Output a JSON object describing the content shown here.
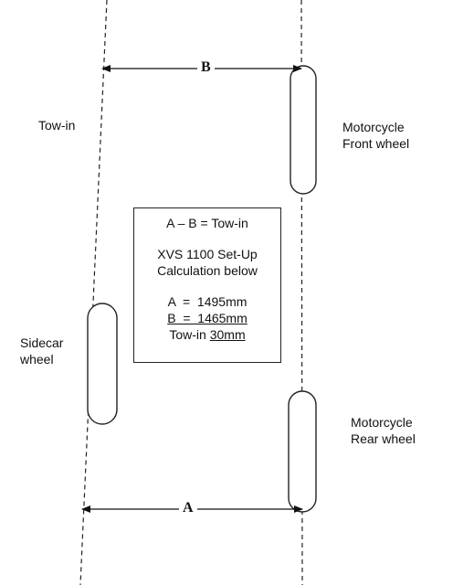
{
  "labels": {
    "tow_in": "Tow-in",
    "front_wheel": [
      "Motorcycle",
      "Front wheel"
    ],
    "rear_wheel": [
      "Motorcycle",
      "Rear wheel"
    ],
    "sidecar_wheel": [
      "Sidecar",
      "wheel"
    ],
    "dim_a": "A",
    "dim_b": "B"
  },
  "calc": {
    "formula": "A – B = Tow-in",
    "title_1": "XVS 1100 Set-Up",
    "title_2": "Calculation below",
    "a_label": "A  =  ",
    "a_value": "1495mm",
    "b_line": "B  =  1465mm",
    "tow_label": "Tow-in ",
    "tow_value": "30mm"
  }
}
